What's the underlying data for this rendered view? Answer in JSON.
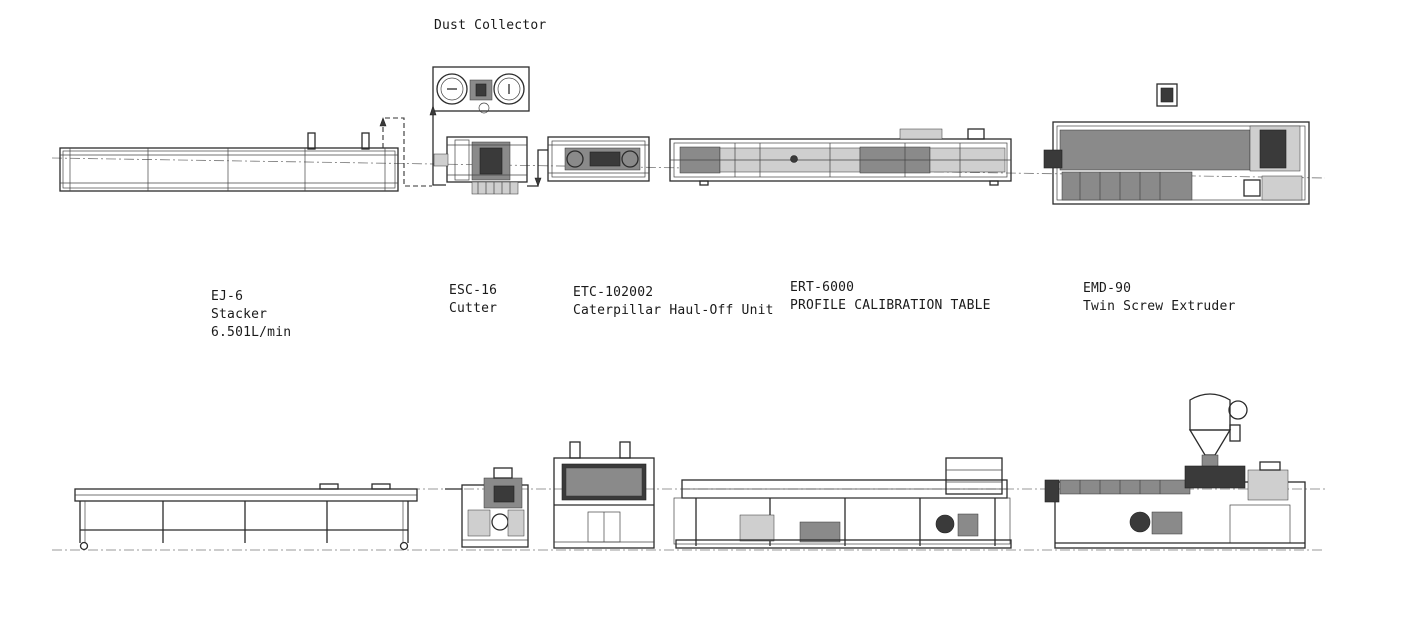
{
  "dust_collector": {
    "label": "Dust Collector"
  },
  "machines": [
    {
      "id": "stacker",
      "lines": [
        "EJ-6",
        "Stacker",
        "6.501L/min"
      ]
    },
    {
      "id": "cutter",
      "lines": [
        "ESC-16",
        "Cutter"
      ]
    },
    {
      "id": "haul-off",
      "lines": [
        "ETC-102002",
        "Caterpillar Haul-Off Unit"
      ]
    },
    {
      "id": "calibration",
      "lines": [
        "ERT-6000",
        "PROFILE CALIBRATION TABLE"
      ]
    },
    {
      "id": "extruder",
      "lines": [
        "EMD-90",
        "Twin Screw Extruder"
      ]
    }
  ]
}
